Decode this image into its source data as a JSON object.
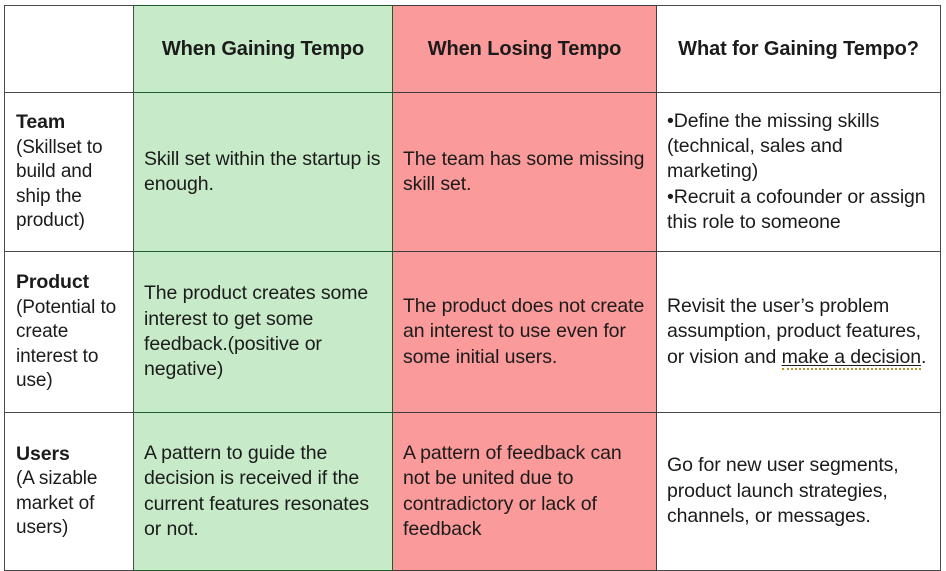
{
  "table": {
    "columns": [
      {
        "key": "dimension",
        "label": "",
        "color": "#ffffff"
      },
      {
        "key": "gaining",
        "label": "When Gaining Tempo",
        "color": "#c7ebc9"
      },
      {
        "key": "losing",
        "label": "When Losing Tempo",
        "color": "#fb9a9a"
      },
      {
        "key": "action",
        "label": "What for Gaining Tempo?",
        "color": "#ffffff"
      }
    ],
    "rows": [
      {
        "label_title": "Team",
        "label_desc": "(Skillset to build and ship the product)",
        "gaining": "Skill set within the startup is enough.",
        "losing": "The team has some missing skill set.",
        "action_bullets": [
          "•Define the missing skills (technical, sales and marketing)",
          "•Recruit a cofounder or assign this role to someone"
        ]
      },
      {
        "label_title": "Product",
        "label_desc": "(Potential to create interest to use)",
        "gaining": "The product creates some interest to get some feedback.(positive or negative)",
        "losing": "The product does not create an interest to use even for some initial users.",
        "action_prefix": "Revisit the user’s problem assumption, product features, or vision and ",
        "action_underlined": "make a decision",
        "action_suffix": "."
      },
      {
        "label_title": "Users",
        "label_desc": "(A sizable market of users)",
        "gaining": "A pattern to guide the decision is received if the current features resonates or not.",
        "losing": "A pattern of feedback can not be united due to contradictory or lack of feedback",
        "action": "Go for new user segments, product launch strategies, channels, or messages."
      }
    ]
  },
  "colors": {
    "green_cell": "#c7ebc9",
    "green_border": "#1f5c2c",
    "red_cell": "#fb9a9a",
    "grid_border": "#4a4a4a",
    "text": "#1b1b1b",
    "grammar_underline": "#b8922e"
  }
}
